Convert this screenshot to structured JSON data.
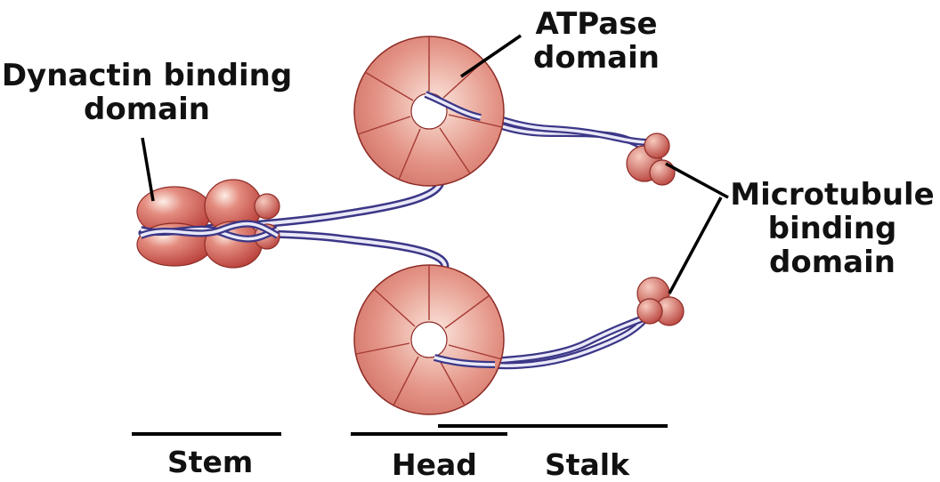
{
  "labels": {
    "dynactin_binding_line1": "Dynactin binding",
    "dynactin_binding_line2": "domain",
    "atpase_line1": "ATPase",
    "atpase_line2": "domain",
    "microtubule_line1": "Microtubule",
    "microtubule_line2": "binding",
    "microtubule_line3": "domain",
    "stem": "Stem",
    "head": "Head",
    "stalk": "Stalk"
  },
  "colors": {
    "globule_fill": "#c9504a",
    "globule_light": "#fbe3d8",
    "globule_edge": "#8e2c27",
    "chain_fill": "#e9e8f7",
    "chain_edge": "#3b3787",
    "text": "#111111"
  }
}
